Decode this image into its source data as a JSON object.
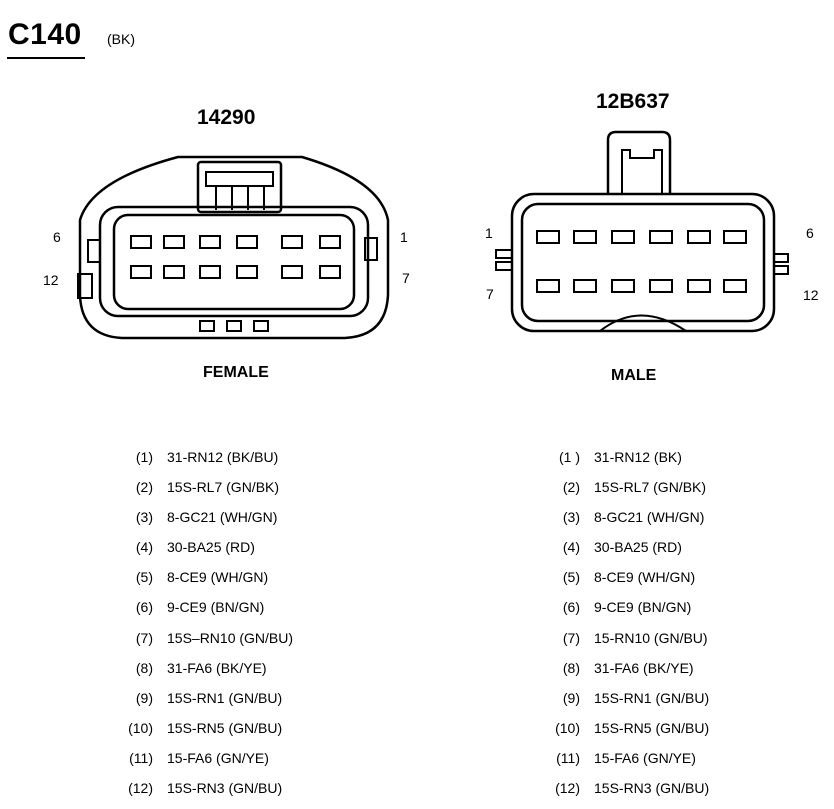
{
  "connector": {
    "id": "C140",
    "color_code": "(BK)"
  },
  "female": {
    "part_number": "14290",
    "label": "FEMALE",
    "pin_labels": {
      "top_left": "6",
      "bottom_left": "12",
      "top_right": "1",
      "bottom_right": "7"
    },
    "pins": [
      {
        "num": "(1)",
        "circuit": "31-RN12 (BK/BU)"
      },
      {
        "num": "(2)",
        "circuit": "15S-RL7 (GN/BK)"
      },
      {
        "num": "(3)",
        "circuit": "8-GC21 (WH/GN)"
      },
      {
        "num": "(4)",
        "circuit": "30-BA25 (RD)"
      },
      {
        "num": "(5)",
        "circuit": "8-CE9 (WH/GN)"
      },
      {
        "num": "(6)",
        "circuit": "9-CE9 (BN/GN)"
      },
      {
        "num": "(7)",
        "circuit": "15S–RN10 (GN/BU)"
      },
      {
        "num": "(8)",
        "circuit": "31-FA6 (BK/YE)"
      },
      {
        "num": "(9)",
        "circuit": "15S-RN1 (GN/BU)"
      },
      {
        "num": "(10)",
        "circuit": "15S-RN5 (GN/BU)"
      },
      {
        "num": "(11)",
        "circuit": "15-FA6 (GN/YE)"
      },
      {
        "num": "(12)",
        "circuit": "15S-RN3 (GN/BU)"
      }
    ]
  },
  "male": {
    "part_number": "12B637",
    "label": "MALE",
    "pin_labels": {
      "top_left": "1",
      "bottom_left": "7",
      "top_right": "6",
      "bottom_right": "12"
    },
    "pins": [
      {
        "num": "(1 )",
        "circuit": "31-RN12 (BK)"
      },
      {
        "num": "(2)",
        "circuit": "15S-RL7 (GN/BK)"
      },
      {
        "num": "(3)",
        "circuit": "8-GC21 (WH/GN)"
      },
      {
        "num": "(4)",
        "circuit": "30-BA25 (RD)"
      },
      {
        "num": "(5)",
        "circuit": "8-CE9 (WH/GN)"
      },
      {
        "num": "(6)",
        "circuit": "9-CE9 (BN/GN)"
      },
      {
        "num": "(7)",
        "circuit": "15-RN10 (GN/BU)"
      },
      {
        "num": "(8)",
        "circuit": "31-FA6 (BK/YE)"
      },
      {
        "num": "(9)",
        "circuit": "15S-RN1 (GN/BU)"
      },
      {
        "num": "(10)",
        "circuit": "15S-RN5 (GN/BU)"
      },
      {
        "num": "(11)",
        "circuit": "15-FA6 (GN/YE)"
      },
      {
        "num": "(12)",
        "circuit": "15S-RN3 (GN/BU)"
      }
    ]
  }
}
